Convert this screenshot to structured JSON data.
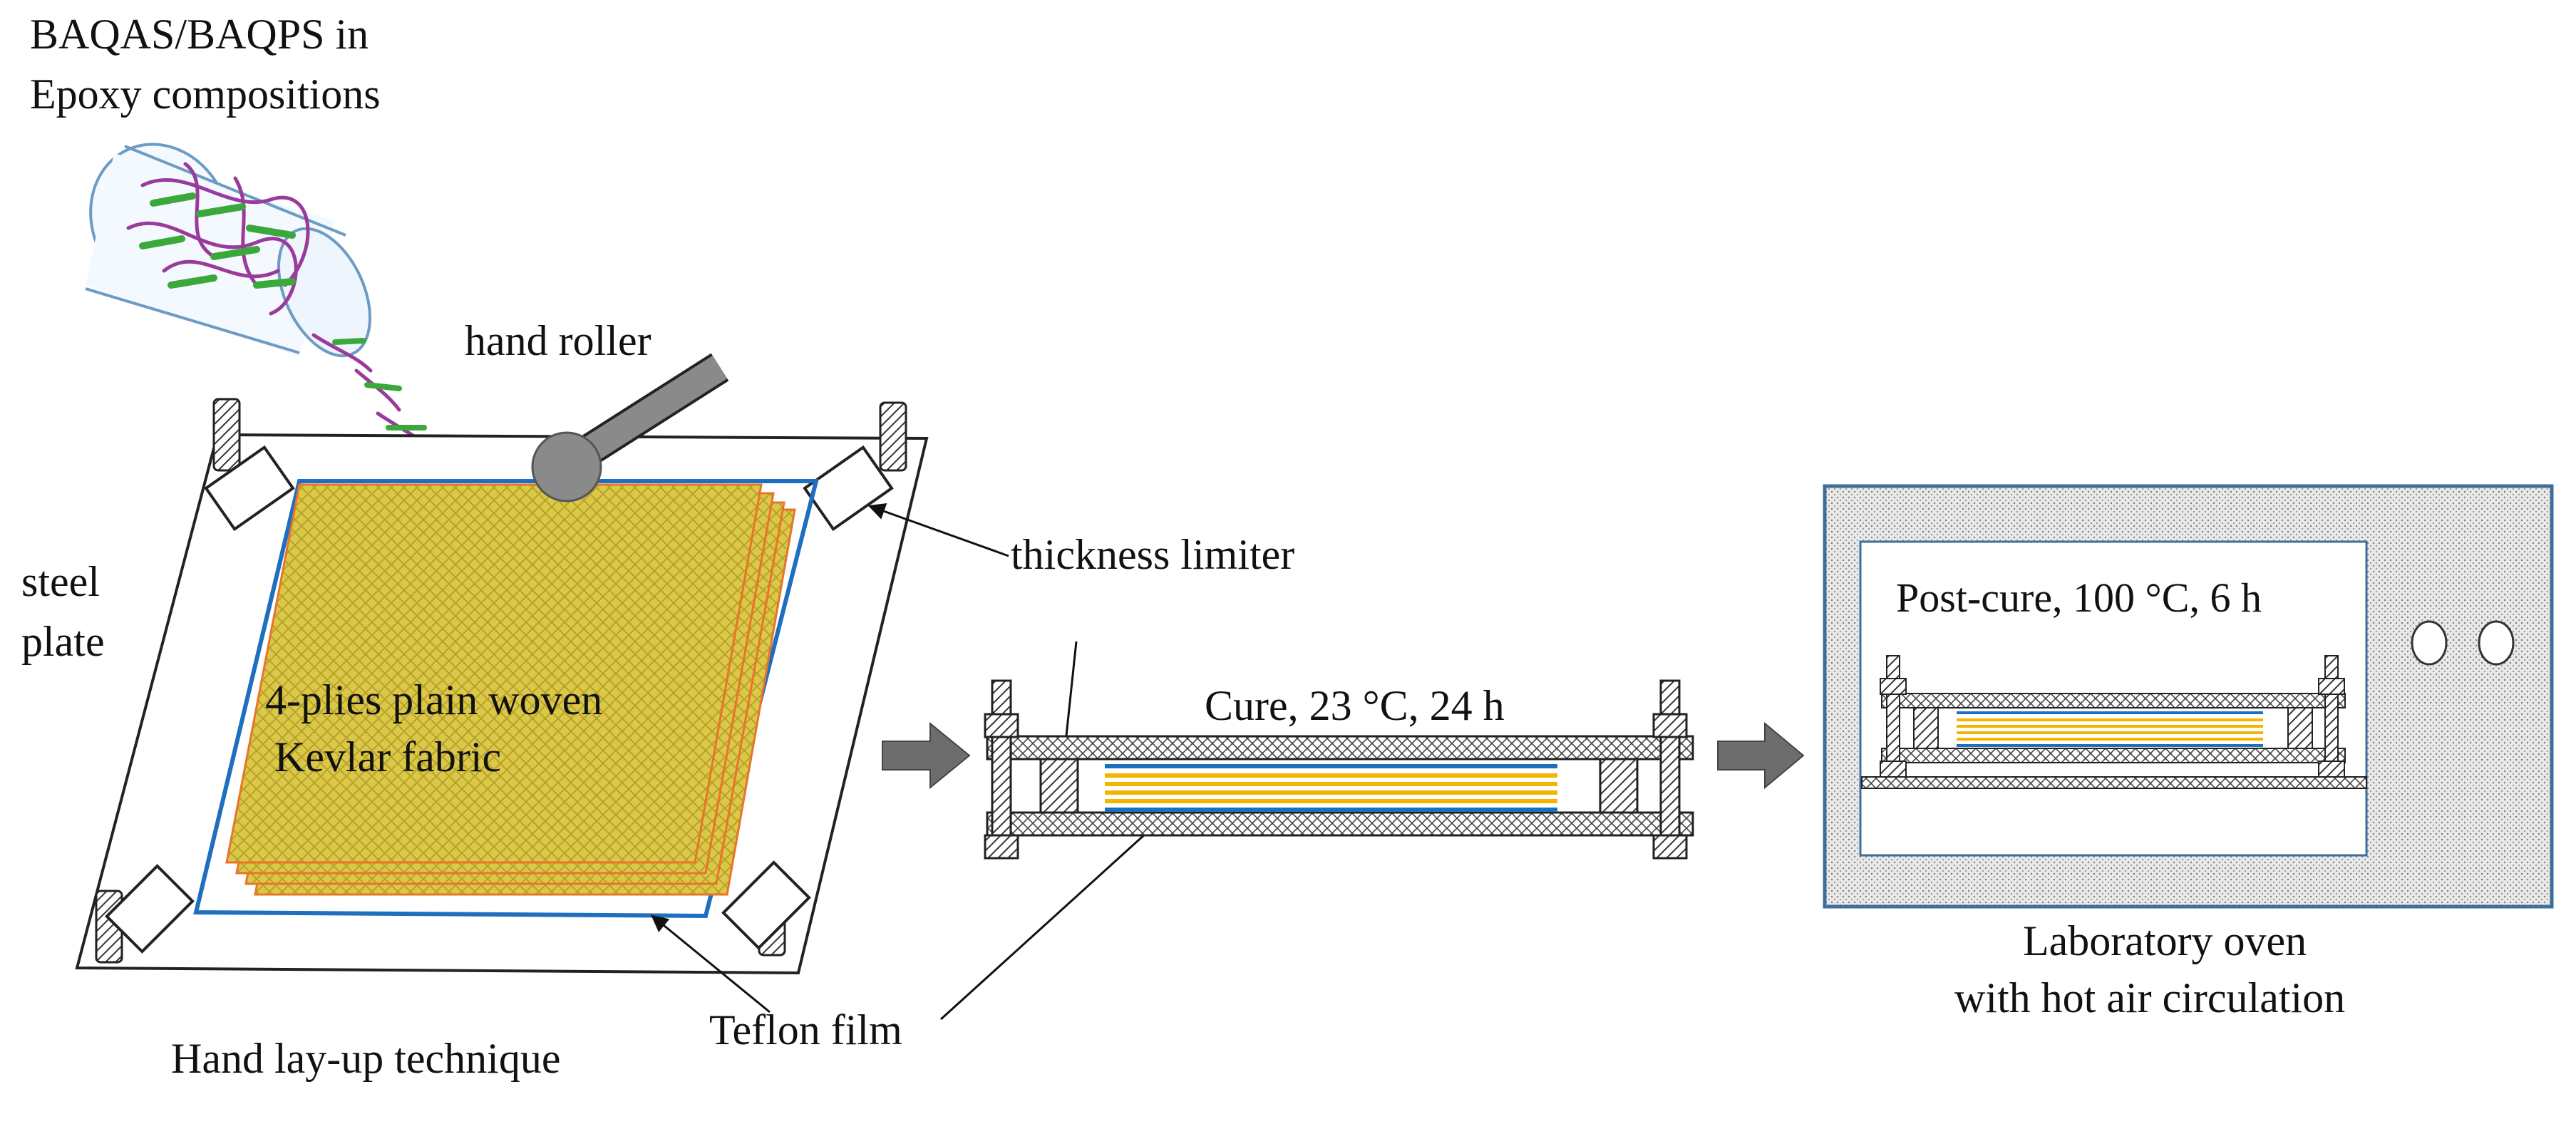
{
  "labels": {
    "resin_line1": "BAQAS/BAQPS in",
    "resin_line2": "Epoxy compositions",
    "hand_roller": "hand roller",
    "steel_plate_line1": "steel",
    "steel_plate_line2": "plate",
    "fabric_line1": "4-plies plain woven",
    "fabric_line2": "Kevlar fabric",
    "thickness_limiter": "thickness limiter",
    "teflon_film": "Teflon film",
    "technique": "Hand lay-up technique",
    "cure": "Cure, 23 °C, 24 h",
    "post_cure": "Post-cure, 100 °C, 6 h",
    "oven_line1": "Laboratory oven",
    "oven_line2": "with hot air circulation"
  },
  "colors": {
    "fabric_fill": "#dcc848",
    "fabric_edge": "#e8742a",
    "teflon_blue": "#1f6fc0",
    "ply_yellow": "#f5b400",
    "ply_blue": "#1f6fc0",
    "arrow_gray": "#6d6d6d",
    "oven_frame": "#3e6f9a",
    "resin_green": "#3aa83a",
    "resin_purple": "#9a3a9a"
  },
  "icons": {
    "arrow1": "right-arrow-icon",
    "arrow2": "right-arrow-icon"
  }
}
